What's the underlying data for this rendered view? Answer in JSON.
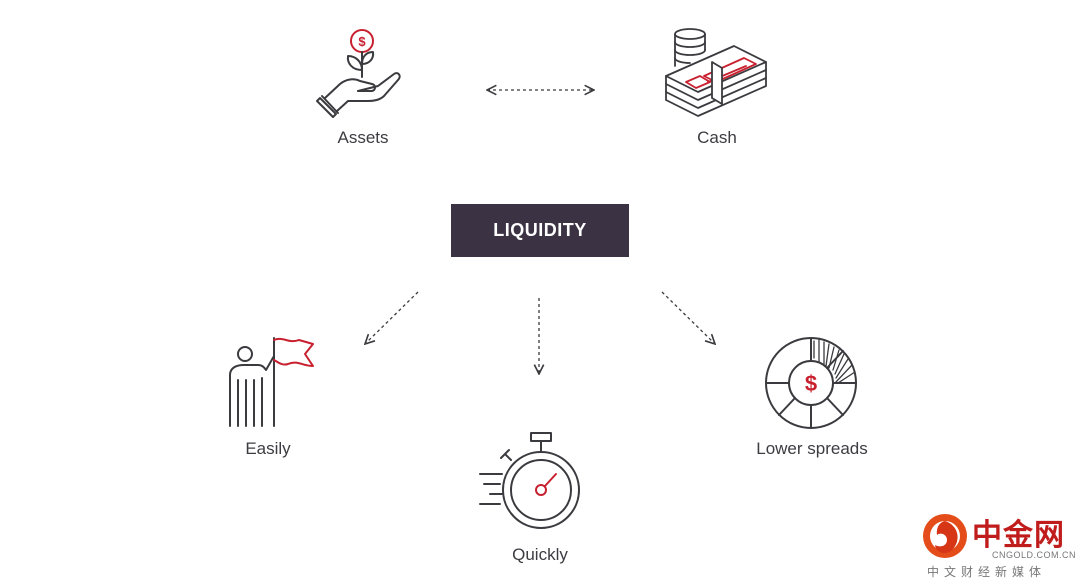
{
  "diagram": {
    "center": {
      "label": "LIQUIDITY"
    },
    "nodes": {
      "assets": {
        "label": "Assets",
        "icon": "plant-in-hand-icon"
      },
      "cash": {
        "label": "Cash",
        "icon": "money-stack-icon"
      },
      "easily": {
        "label": "Easily",
        "icon": "person-with-flag-icon"
      },
      "quickly": {
        "label": "Quickly",
        "icon": "stopwatch-icon"
      },
      "lower_spreads": {
        "label": "Lower spreads",
        "icon": "dollar-pie-chart-icon"
      }
    },
    "connectors": [
      "assets-cash-bidirectional",
      "liquidity-to-easily",
      "liquidity-to-quickly",
      "liquidity-to-lower-spreads"
    ]
  },
  "watermark": {
    "title": "中金网",
    "domain": "CNGOLD.COM.CN",
    "subtitle": "中文财经新媒体"
  },
  "colors": {
    "center_box": "#3b3244",
    "accent_red": "#c8202f",
    "icon_stroke": "#3a3a3f"
  }
}
